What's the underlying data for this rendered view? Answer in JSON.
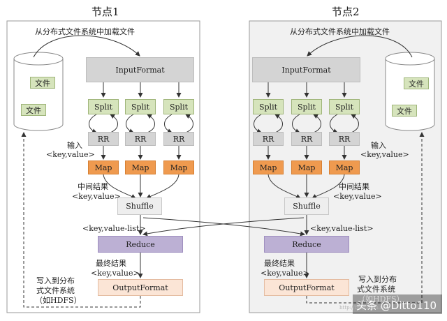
{
  "nodes": [
    {
      "title": "节点1",
      "load_label": "从分布式文件系统中加载文件",
      "input_format": "InputFormat",
      "splits": [
        "Split",
        "Split",
        "Split"
      ],
      "record_readers": [
        "RR",
        "RR",
        "RR"
      ],
      "maps": [
        "Map",
        "Map",
        "Map"
      ],
      "files": [
        "文件",
        "文件"
      ],
      "input_label": [
        "输入",
        "<key,value>"
      ],
      "intermediate_label": [
        "中间结果",
        "<key,value>"
      ],
      "shuffle": "Shuffle",
      "value_list_label": "<key,value-list>",
      "reduce": "Reduce",
      "final_label": [
        "最终结果",
        "<key,value>"
      ],
      "output_format": "OutputFormat",
      "write_label": [
        "写入到分布",
        "式文件系统",
        "（如HDFS）"
      ]
    },
    {
      "title": "节点2",
      "load_label": "从分布式文件系统中加载文件",
      "input_format": "InputFormat",
      "splits": [
        "Split",
        "Split",
        "Split"
      ],
      "record_readers": [
        "RR",
        "RR",
        "RR"
      ],
      "maps": [
        "Map",
        "Map",
        "Map"
      ],
      "files": [
        "文件",
        "文件"
      ],
      "input_label": [
        "输入",
        "<key,value>"
      ],
      "intermediate_label": [
        "中间结果",
        "<key,value>"
      ],
      "shuffle": "Shuffle",
      "value_list_label": "<key,value-list>",
      "reduce": "Reduce",
      "final_label": [
        "最终结果",
        "<key,value>"
      ],
      "output_format": "OutputFormat",
      "write_label": [
        "写入到分布",
        "式文件系统",
        "（如HDFS）"
      ]
    }
  ],
  "watermark": {
    "text": "头条 @Ditto110",
    "faint_text": "http://blog.csdn.net/"
  }
}
